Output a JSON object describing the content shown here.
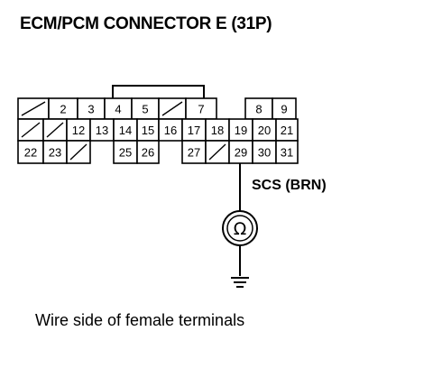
{
  "title": "ECM/PCM CONNECTOR E (31P)",
  "connector": {
    "row1": [
      {
        "label": "",
        "blank": true
      },
      {
        "label": "2"
      },
      {
        "label": "3"
      },
      {
        "label": "4"
      },
      {
        "label": "5"
      },
      {
        "label": "",
        "blank": true
      },
      {
        "label": "7"
      },
      {
        "label": "8"
      },
      {
        "label": "9"
      }
    ],
    "row2": [
      {
        "label": "",
        "blank": true
      },
      {
        "label": "",
        "blank": true
      },
      {
        "label": "12"
      },
      {
        "label": "13"
      },
      {
        "label": "14"
      },
      {
        "label": "15"
      },
      {
        "label": "16"
      },
      {
        "label": "17"
      },
      {
        "label": "18"
      },
      {
        "label": "19"
      },
      {
        "label": "20"
      },
      {
        "label": "21"
      }
    ],
    "row3": [
      {
        "label": "22"
      },
      {
        "label": "23"
      },
      {
        "label": "",
        "blank": true
      },
      {
        "label": "25"
      },
      {
        "label": "26"
      },
      {
        "label": "27"
      },
      {
        "label": "",
        "blank": true
      },
      {
        "label": "29"
      },
      {
        "label": "30"
      },
      {
        "label": "31"
      }
    ],
    "probed_terminal": "29"
  },
  "wire": {
    "label": "SCS (BRN)"
  },
  "meter": {
    "symbol": "Ω"
  },
  "caption": "Wire side of female terminals"
}
